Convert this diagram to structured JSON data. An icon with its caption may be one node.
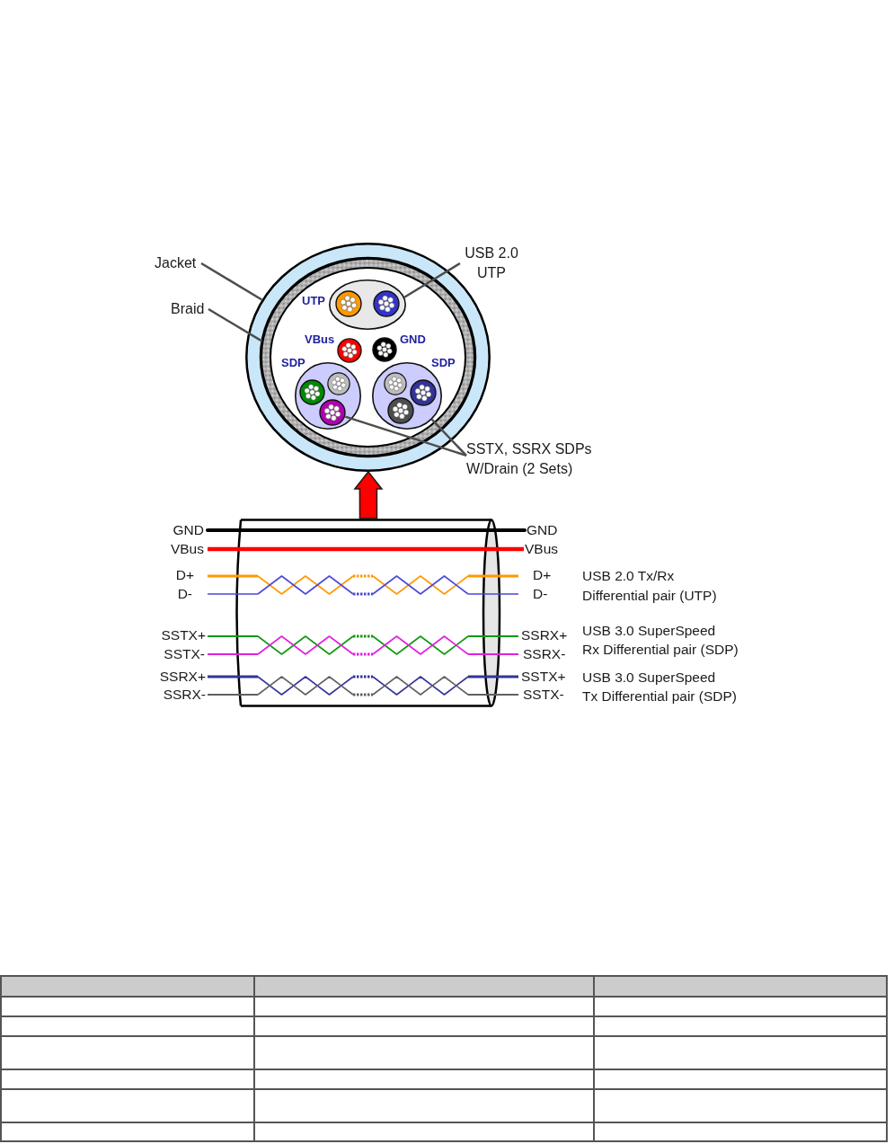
{
  "diagram": {
    "nodes": [
      {
        "text": [
          "USB 2.0 UTP"
        ]
      },
      {
        "text": [
          "Jacket"
        ]
      },
      {
        "text": [
          "Braid"
        ]
      },
      {
        "text": [],
        "shape": "circle"
      },
      {
        "text": [],
        "shape": "circle",
        "in": 3
      },
      {
        "text": [],
        "shape": "ellipse",
        "in": 4,
        "beside": [
          "UTP"
        ]
      },
      {
        "text": [],
        "shape": "circle",
        "in": 5
      },
      {
        "text": [],
        "shape": "circle",
        "in": 5
      },
      {
        "text": [],
        "shape": "circle",
        "in": 4,
        "beside": [
          "VBus"
        ]
      },
      {
        "text": [],
        "shape": "circle",
        "in": 4,
        "beside": [
          "GND"
        ]
      },
      {
        "text": [],
        "shape": "circle",
        "in": 4,
        "beside": [
          "SDP"
        ]
      },
      {
        "text": [],
        "shape": "circle",
        "in": 10
      },
      {
        "text": [],
        "shape": "circle",
        "in": 10
      },
      {
        "text": [],
        "shape": "circle",
        "in": 10
      },
      {
        "text": [],
        "shape": "circle",
        "in": 4,
        "beside": [
          "SDP"
        ]
      },
      {
        "text": [],
        "shape": "circle",
        "in": 14
      },
      {
        "text": [],
        "shape": "circle",
        "in": 14
      },
      {
        "text": [],
        "shape": "circle",
        "in": 14
      },
      {
        "text": [
          "SSTX, SSRX SDPs W/Drain (2 Sets)"
        ]
      },
      {
        "text": [],
        "shape": "cylinder"
      }
    ],
    "edges": [
      {
        "from": 0,
        "to": 5,
        "arrow": "none"
      },
      {
        "from": 1,
        "to": 3,
        "arrow": "none"
      },
      {
        "from": 2,
        "to": 4,
        "arrow": "none"
      },
      {
        "from": 18,
        "to": 12,
        "arrow": "none"
      },
      {
        "from": 18,
        "to": 14,
        "arrow": "none"
      },
      {
        "from": 19,
        "to": 3,
        "arrow": "to",
        "style": "thick",
        "color": "#ff0000"
      }
    ],
    "labels": [
      "GND",
      "GND",
      "VBus",
      "VBus",
      "D+",
      "D+",
      "USB 2.0 Tx/Rx Differential pair (UTP)",
      "D-",
      "D-",
      "SSTX+",
      "SSRX+",
      "USB 3.0 SuperSpeed Rx Differential pair (SDP)",
      "SSTX-",
      "SSRX-",
      "SSRX+",
      "SSTX+",
      "USB 3.0 SuperSpeed Tx Differential pair (SDP)",
      "SSRX-",
      "SSTX-"
    ]
  }
}
